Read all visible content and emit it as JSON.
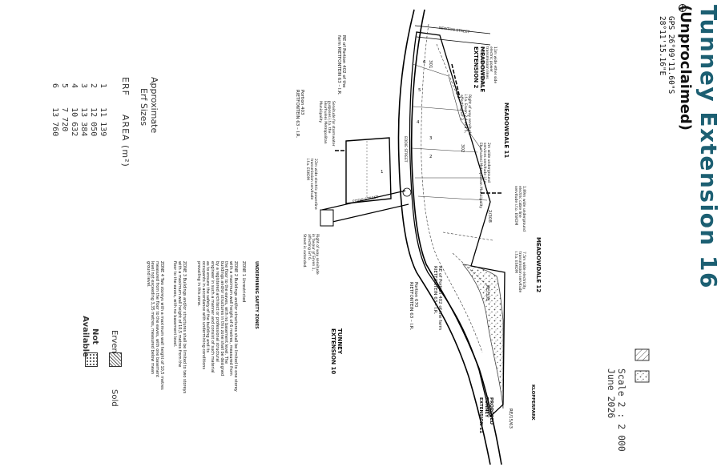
{
  "title": "Tunney Extension 16",
  "subtitle": "(Unproclaimed)",
  "gps": {
    "label": "GPS",
    "lat": "26°09'11.60\"S",
    "lon": "28°11'15.16\"E"
  },
  "scale": {
    "text": "Scale 2 : 2 000",
    "date": "June 2026"
  },
  "streets": [
    "NEWTON STREET",
    "EDDIE STREET",
    "EDDIE STREET"
  ],
  "areas": {
    "meadowdale_ext2": [
      "MEADOWDALE",
      "EXTENSION 2"
    ],
    "meadowdale_11": "MEADOWDALE 11",
    "meadowdale_12": "MEADOWDALE 12",
    "tunney_ext10": [
      "TUNNEY",
      "EXTENSION 10"
    ],
    "portion_403": [
      "Portion 403",
      "RIETFONTEIN 63 – I.R."
    ],
    "re_portion_402_left": [
      "RE of Portion 402 of the",
      "farm RIETFONTEIN 63 – I.R."
    ],
    "re_portion_402_right": [
      "RE of Portion 402 of the farm",
      "RIETFONTEIN 63 – I.R."
    ],
    "portion_670": [
      "Portion 670",
      "RIETFONTEIN 63 – I.R."
    ],
    "klopperpark": "KLOPPERPARK",
    "proposed_tunney": [
      "PROPOSED",
      "TUNNEY",
      "EXTENSION 11"
    ],
    "portion_ref": "RE/15/63"
  },
  "plot_labels": [
    "1",
    "2",
    "3",
    "4",
    "5",
    "6",
    "301",
    "302",
    "2/308",
    "RE/308"
  ],
  "servitudes": {
    "s1": [
      "11m wide ether side",
      "electric power",
      "transmission lines",
      "servitude i.f.o. ESKOM"
    ],
    "s2": [
      "Right of way servitude",
      "i.f.o. Erven 2,4 and 5,",
      "affecting Erf 3"
    ],
    "s3": [
      "2m wide underground",
      "services servitude i.f.o.",
      "Ekurhuleni Metropolitan Municipality"
    ],
    "s4": [
      "Servitude for stormwater",
      "purposes i.f.o. the",
      "Ekurhuleni Metropolitan",
      "Municipality"
    ],
    "s5": [
      "22m wide electric powerline",
      "transmission servitude",
      "i.f.o. ESKOM"
    ],
    "s6": [
      "1.89m wide underground",
      "electric cable line",
      "servitude i.f.o. ESKOM"
    ],
    "s7": [
      "7.5m wide electricity",
      "transmission servitude",
      "i.f.o. ESKOM"
    ],
    "s8": [
      "Right of way servitude",
      "in favour of Erven 1,",
      "affecting Erf 6.",
      "Street is extended."
    ]
  },
  "erf_table": {
    "heading": [
      "Approximate",
      "Erf Sizes"
    ],
    "columns": [
      "ERF",
      "AREA (m²)"
    ],
    "rows": [
      {
        "erf": "1",
        "area": "11 139"
      },
      {
        "erf": "2",
        "area": "12 050"
      },
      {
        "erf": "3",
        "area": "13 384"
      },
      {
        "erf": "4",
        "area": "10 632"
      },
      {
        "erf": "5",
        "area": "7 720"
      },
      {
        "erf": "6",
        "area": "13 760"
      }
    ]
  },
  "zones": {
    "heading": "UNDERMINING SAFETY ZONES",
    "items": [
      [
        "ZONE 1   Unrestricted"
      ],
      [
        "ZONE 2   Buildings and/or structures shall be limited to one storey",
        "with a maximum wall height of 6 metres, measured from",
        "the floor to the eaves, with no basement level. The",
        "buildings and/or structures in this zone shall be designed",
        "by a registered architect or professional structural",
        "engineer in such a manner and consist of such material",
        "as to ensure the safety of the building and its",
        "occupants in accordance with undermining conditions",
        "prevailing in this zone."
      ],
      [
        "ZONE 3   Buildings and/or structures shall be limited to two storeys",
        "with a maximum wall height of 10,5 metres from the",
        "floor to the eaves, with no basement level."
      ],
      [
        "ZONE 4   Two storeys with a maximum wall height of 10,5 metres",
        "measured from the floor to the eaves, with one basement",
        "level not exceeding 3,35 metres, measured below mean",
        "ground level."
      ]
    ]
  },
  "legend": {
    "heading": "Erven:",
    "items": [
      {
        "label": "Sold"
      },
      {
        "label": "Not Available"
      }
    ]
  }
}
